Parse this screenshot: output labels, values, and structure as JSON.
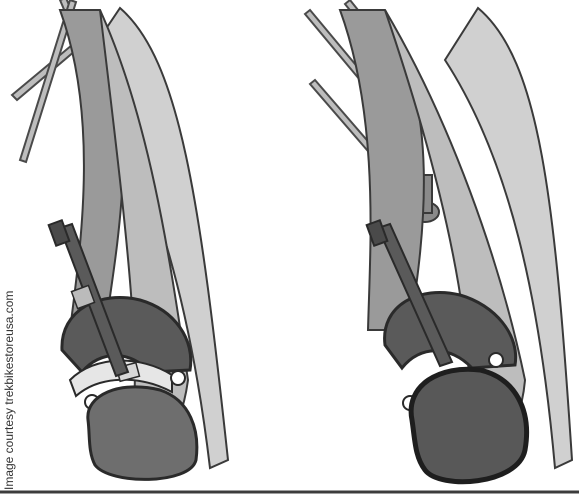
{
  "credit_text": "Image courtesy trekbikestoreusa.com",
  "panels": [
    {
      "id": "left",
      "tube_state": "pinched-valve-stem"
    },
    {
      "id": "right",
      "tube_state": "properly-seated"
    }
  ],
  "colors": {
    "tire": "#c8c8c8",
    "rim_dark": "#5a5a5a",
    "outline": "#3a3a3a",
    "tube_fill": "#6e6e6e",
    "ground": "#3c3c3c"
  }
}
